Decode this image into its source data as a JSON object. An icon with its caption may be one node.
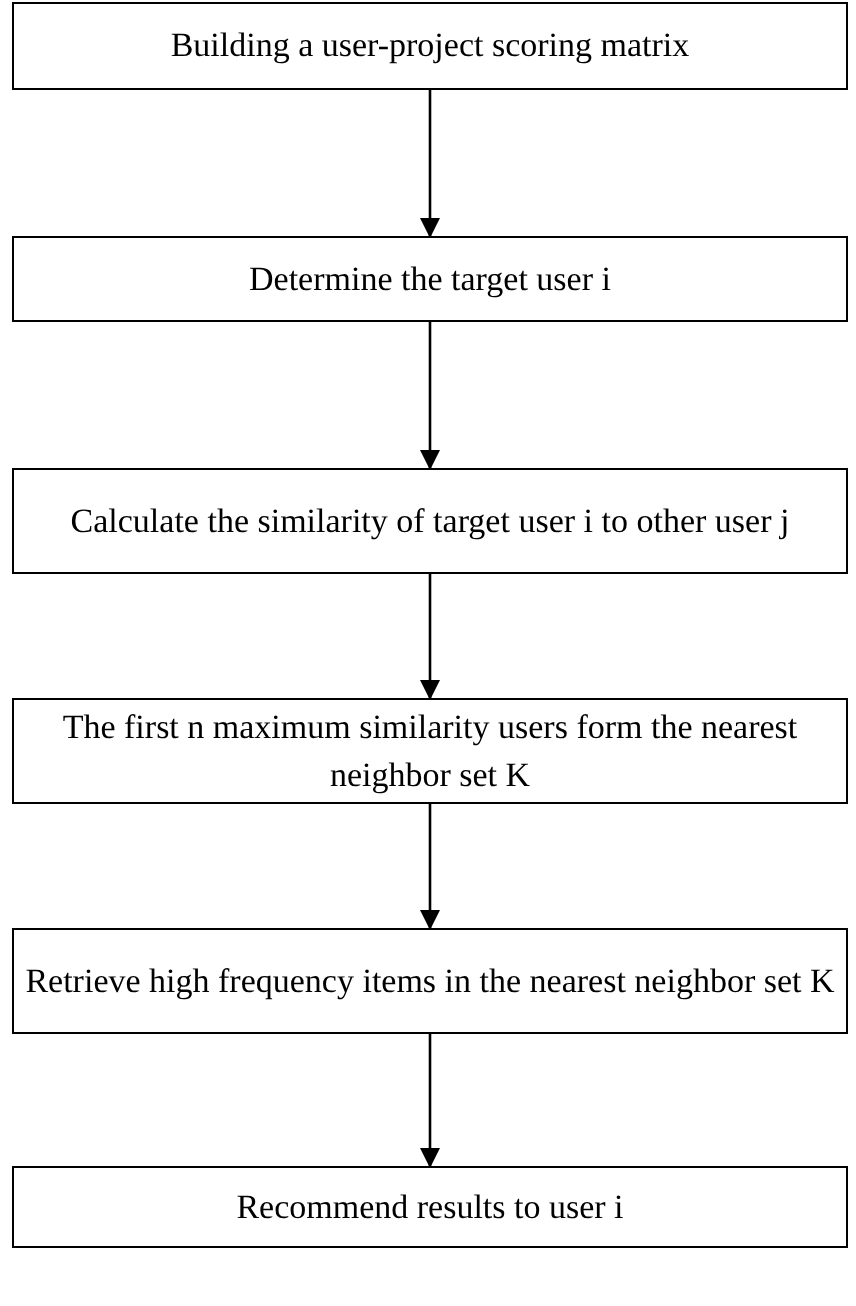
{
  "diagram": {
    "nodes": [
      {
        "text": [
          "Building a user-project scoring matrix"
        ]
      },
      {
        "text": [
          "Determine the target user i"
        ]
      },
      {
        "text": [
          "Calculate the similarity of target user i to other user j"
        ]
      },
      {
        "text": [
          "The first n maximum similarity users form the nearest neighbor set K"
        ]
      },
      {
        "text": [
          "Retrieve high frequency items in the nearest neighbor set K"
        ]
      },
      {
        "text": [
          "Recommend results to user i"
        ]
      }
    ],
    "edges": [
      {
        "from": 0,
        "to": 1,
        "arrow": "to"
      },
      {
        "from": 1,
        "to": 2,
        "arrow": "to"
      },
      {
        "from": 2,
        "to": 3,
        "arrow": "to"
      },
      {
        "from": 3,
        "to": 4,
        "arrow": "to"
      },
      {
        "from": 4,
        "to": 5,
        "arrow": "to"
      }
    ]
  }
}
